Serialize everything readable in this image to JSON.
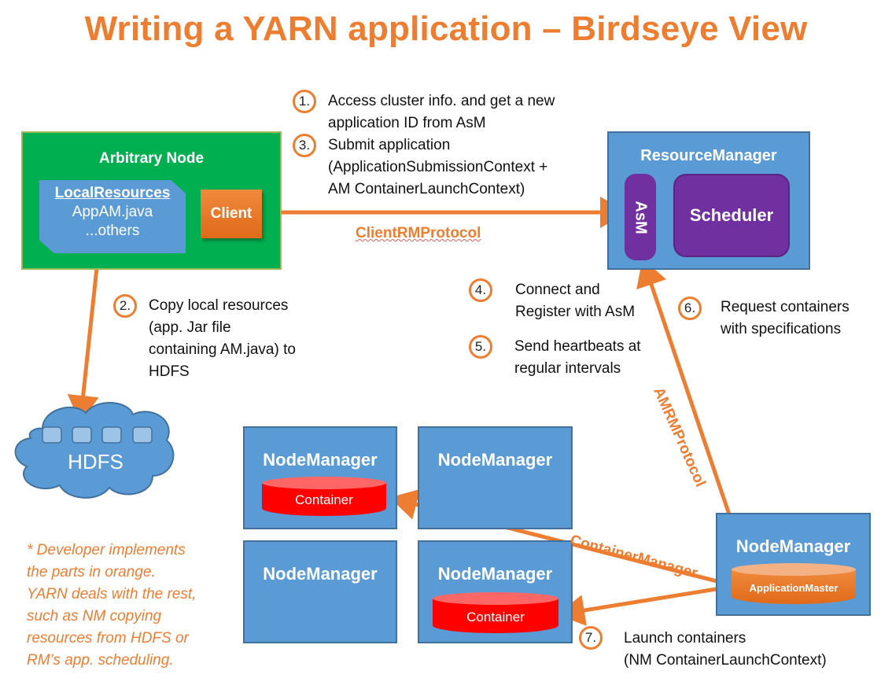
{
  "title": "Writing a YARN application – Birdseye View",
  "arbitrary_node": {
    "title": "Arbitrary Node",
    "local_resources": {
      "heading": "LocalResources",
      "items": [
        "AppAM.java",
        "...others"
      ]
    },
    "client_label": "Client"
  },
  "resource_manager": {
    "title": "ResourceManager",
    "asm_label": "AsM",
    "scheduler_label": "Scheduler"
  },
  "hdfs": {
    "label": "HDFS"
  },
  "protocols": {
    "client_rm": "ClientRMProtocol",
    "amrm": "AMRMProtocol",
    "container_manager": "ContainerManager"
  },
  "node_managers": [
    {
      "title": "NodeManager",
      "container": "Container"
    },
    {
      "title": "NodeManager",
      "container": null
    },
    {
      "title": "NodeManager",
      "container": null
    },
    {
      "title": "NodeManager",
      "container": "Container"
    }
  ],
  "am_node": {
    "title": "NodeManager",
    "app_master": "ApplicationMaster"
  },
  "steps": [
    {
      "num": "1.",
      "text": "Access cluster info. and get a new\napplication ID from AsM"
    },
    {
      "num": "3.",
      "text": "Submit application\n(ApplicationSubmissionContext +\nAM ContainerLaunchContext)"
    },
    {
      "num": "2.",
      "text": "Copy local resources\n(app. Jar file\ncontaining AM.java) to\nHDFS"
    },
    {
      "num": "4.",
      "text": "Connect and\nRegister with AsM"
    },
    {
      "num": "5.",
      "text": "Send heartbeats at\nregular intervals"
    },
    {
      "num": "6.",
      "text": "Request containers\nwith specifications"
    },
    {
      "num": "7.",
      "text": "Launch containers\n(NM ContainerLaunchContext)"
    }
  ],
  "note": "* Developer implements\nthe parts in orange.\nYARN deals with the rest,\nsuch as NM copying\nresources from HDFS or\nRM’s app. scheduling.",
  "colors": {
    "orange": "#ed7d31",
    "blue": "#5b9bd5",
    "green": "#00b050",
    "purple": "#7030a0",
    "red": "#ff0000"
  }
}
